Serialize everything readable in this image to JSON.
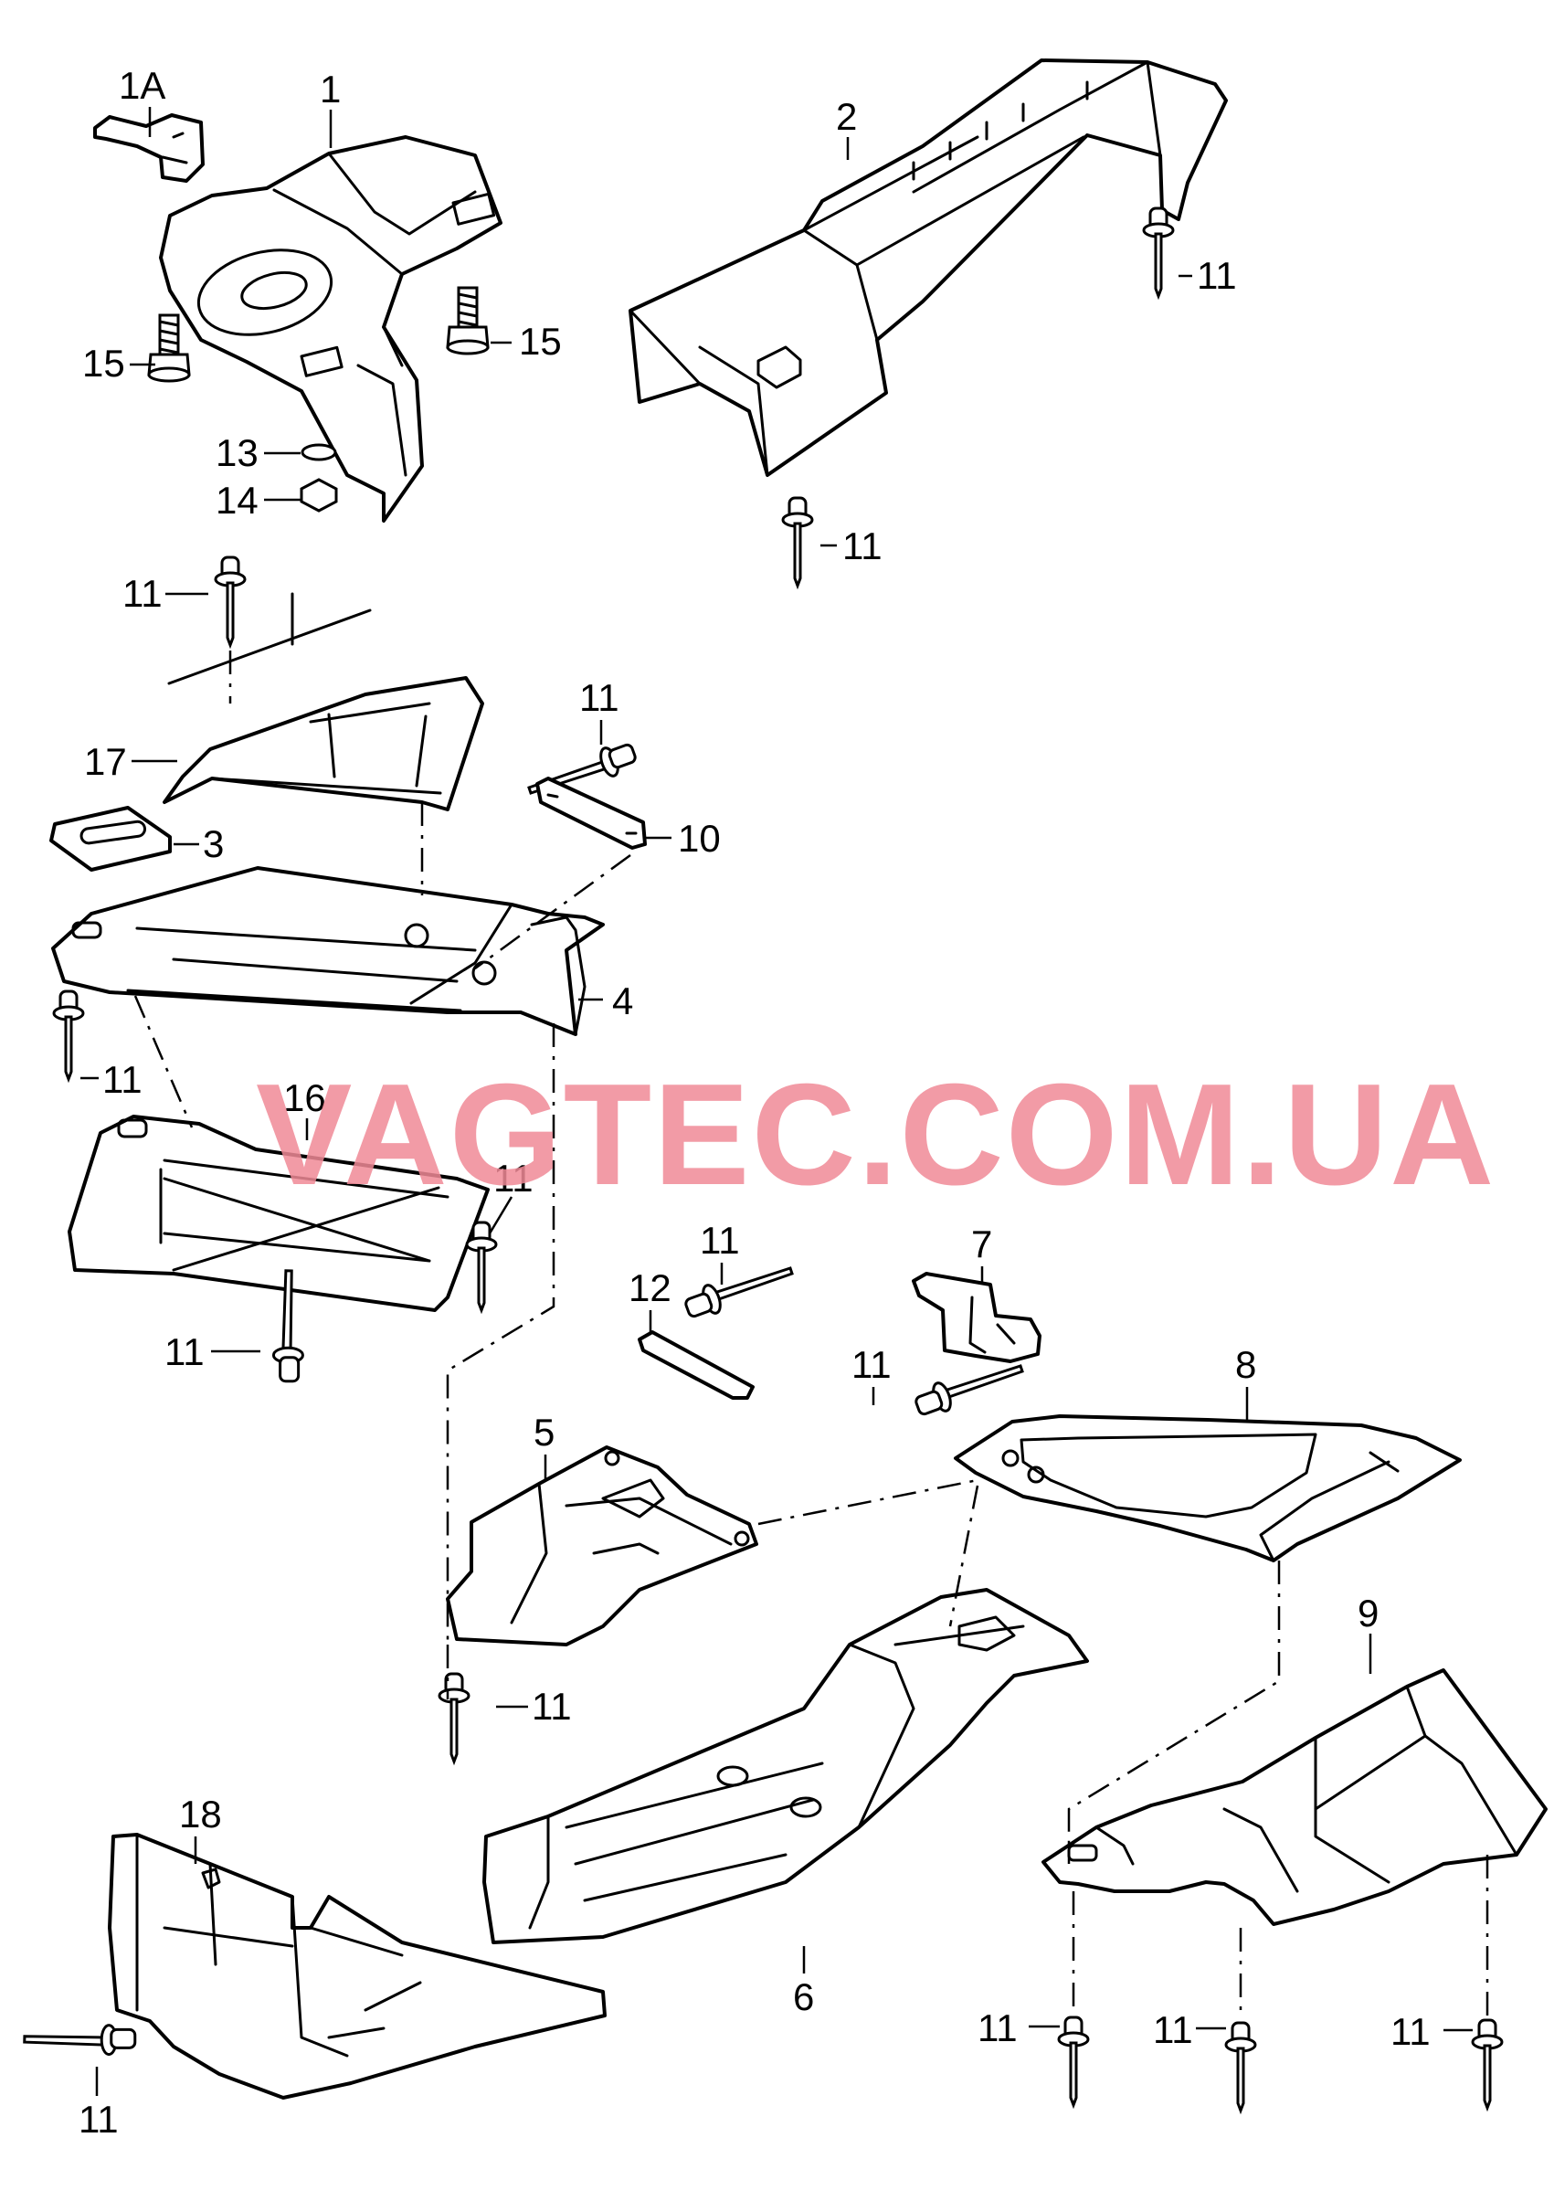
{
  "watermark": "VAGTEC.COM.UA",
  "labels": {
    "p1A": "1A",
    "p1": "1",
    "p2": "2",
    "p3": "3",
    "p4": "4",
    "p5": "5",
    "p6": "6",
    "p7": "7",
    "p8": "8",
    "p9": "9",
    "p10": "10",
    "p11": "11",
    "p12": "12",
    "p13": "13",
    "p14": "14",
    "p15": "15",
    "p16": "16",
    "p17": "17",
    "p18": "18"
  }
}
